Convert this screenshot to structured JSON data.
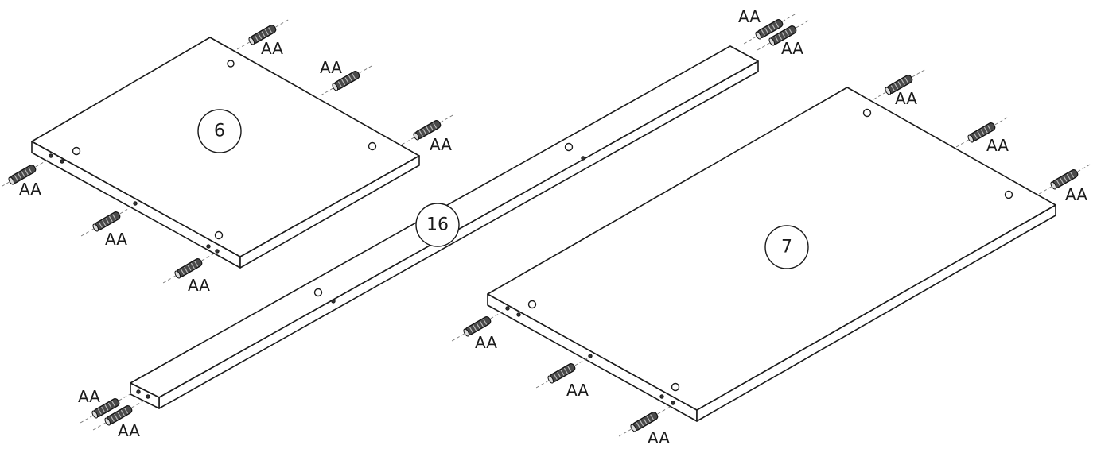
{
  "parts": {
    "panel_6": "6",
    "rail_16": "16",
    "panel_7": "7"
  },
  "hardware": {
    "dowel_label": "AA",
    "dowel_callout_count": 16
  }
}
